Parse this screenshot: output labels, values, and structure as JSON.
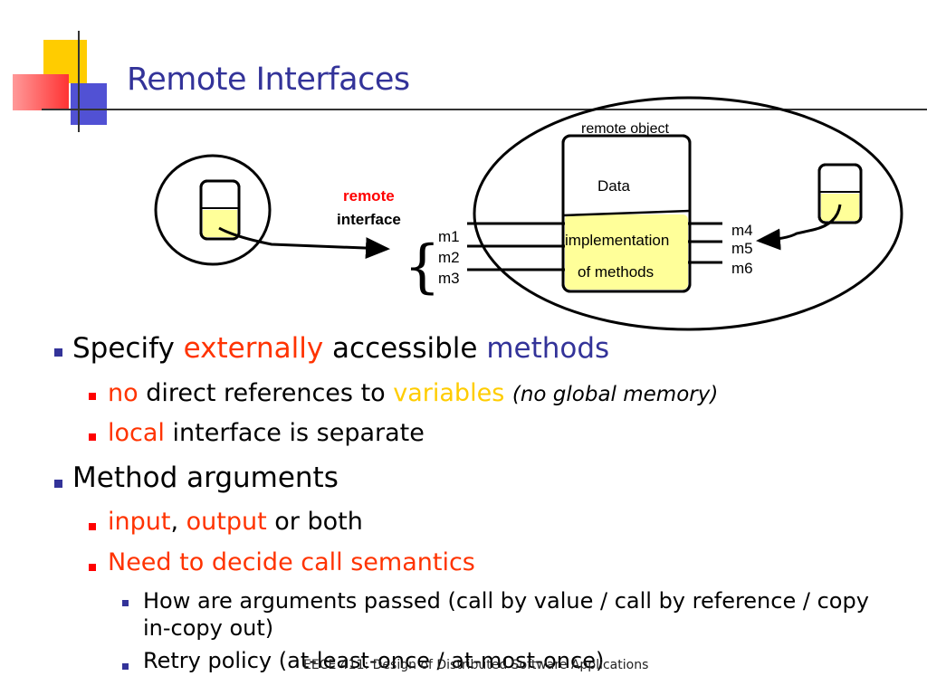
{
  "slide": {
    "title": "Remote Interfaces",
    "footer": "EECE 411: Design of Distributed Software Applications"
  },
  "diagram": {
    "remote_object_label": "remote object",
    "data_label": "Data",
    "impl_line1": "implementation",
    "impl_line2": "of methods",
    "remote_interface_line1": "remote",
    "remote_interface_line2": "interface",
    "brace": "{",
    "methods_left": [
      "m1",
      "m2",
      "m3"
    ],
    "methods_right": [
      "m4",
      "m5",
      "m6"
    ]
  },
  "bullets": {
    "b1": {
      "p1": "Specify ",
      "p2": "externally",
      "p3": " accessible ",
      "p4": "methods"
    },
    "b1a": {
      "p1": "no",
      "p2": " direct references to ",
      "p3": "variables",
      "p4": " ",
      "p5": "(no global memory)"
    },
    "b1b": {
      "p1": "local",
      "p2": " interface is separate"
    },
    "b2": {
      "text": "Method arguments"
    },
    "b2a": {
      "p1": "input",
      "p2": ", ",
      "p3": "output",
      "p4": " or both"
    },
    "b2b": {
      "text": "Need to decide call semantics"
    },
    "b2b1": {
      "line1": "How are arguments passed (call by value / call by reference / copy",
      "line2": "in-copy out)"
    },
    "b2b2": {
      "text": "Retry policy (at-least-once / at-most-once)"
    }
  },
  "colors": {
    "title": "#333399",
    "accent_red": "#ff3300",
    "accent_yellow": "#ffcc00",
    "box_fill": "#ffff99"
  }
}
